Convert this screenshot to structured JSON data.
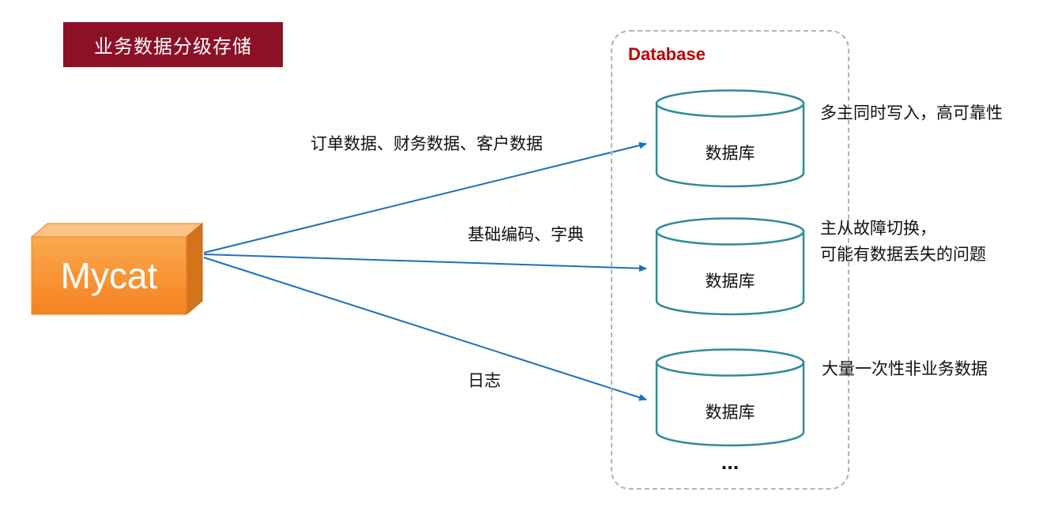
{
  "title_badge": {
    "label": "业务数据分级存储"
  },
  "source": {
    "label": "Mycat"
  },
  "group": {
    "label": "Database"
  },
  "edges": [
    {
      "label": "订单数据、财务数据、客户数据"
    },
    {
      "label": "基础编码、字典"
    },
    {
      "label": "日志"
    }
  ],
  "databases": [
    {
      "label": "数据库",
      "note": "多主同时写入，高可靠性"
    },
    {
      "label": "数据库",
      "note": "主从故障切换，\n可能有数据丢失的问题"
    },
    {
      "label": "数据库",
      "note": "大量一次性非业务数据"
    }
  ],
  "ellipsis": "...",
  "colors": {
    "badge_bg": "#8c1127",
    "database_label": "#c00000",
    "arrow_blue": "#1d70b7",
    "cylinder_stroke": "#2e8b9c",
    "box_orange": "#f58220"
  }
}
